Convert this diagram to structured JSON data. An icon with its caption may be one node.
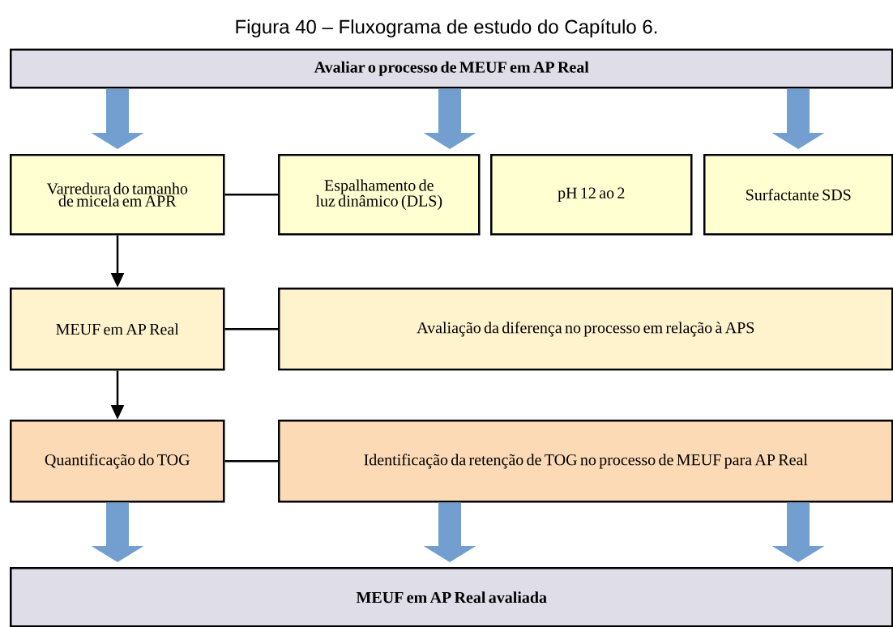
{
  "diagram": {
    "title": "Figura 40 – Fluxograma de estudo do Capítulo 6.",
    "nodes": [
      {
        "text": [
          "Avaliar o processo de MEUF em AP Real"
        ]
      },
      {
        "text": [
          "Varredura do tamanho de micela em APR"
        ]
      },
      {
        "text": [
          "Espalhamento de luz dinâmico (DLS)"
        ]
      },
      {
        "text": [
          "pH 12 ao 2"
        ]
      },
      {
        "text": [
          "Surfactante SDS"
        ]
      },
      {
        "text": [
          "MEUF em AP Real"
        ]
      },
      {
        "text": [
          "Avaliação da diferença no processo em relação à APS"
        ]
      },
      {
        "text": [
          "Quantificação do TOG"
        ]
      },
      {
        "text": [
          "Identificação da retenção de TOG no processo de MEUF para AP Real"
        ]
      },
      {
        "text": [
          "MEUF em AP Real avaliada"
        ]
      }
    ],
    "edges": [
      {
        "from": 0,
        "to": 1,
        "arrow": "to"
      },
      {
        "from": 0,
        "to": 2,
        "arrow": "to"
      },
      {
        "from": 0,
        "to": 4,
        "arrow": "to"
      },
      {
        "from": 1,
        "to": 2,
        "arrow": "none",
        "color": "#000000"
      },
      {
        "from": 1,
        "to": 5,
        "arrow": "to",
        "color": "#000000"
      },
      {
        "from": 5,
        "to": 6,
        "arrow": "none",
        "color": "#000000"
      },
      {
        "from": 5,
        "to": 7,
        "arrow": "to",
        "color": "#000000"
      },
      {
        "from": 7,
        "to": 8,
        "arrow": "none",
        "color": "#000000"
      },
      {
        "from": 7,
        "to": 9,
        "arrow": "to"
      },
      {
        "from": 8,
        "to": 9,
        "arrow": "to"
      },
      {
        "from": 8,
        "to": 9,
        "arrow": "to"
      }
    ]
  }
}
